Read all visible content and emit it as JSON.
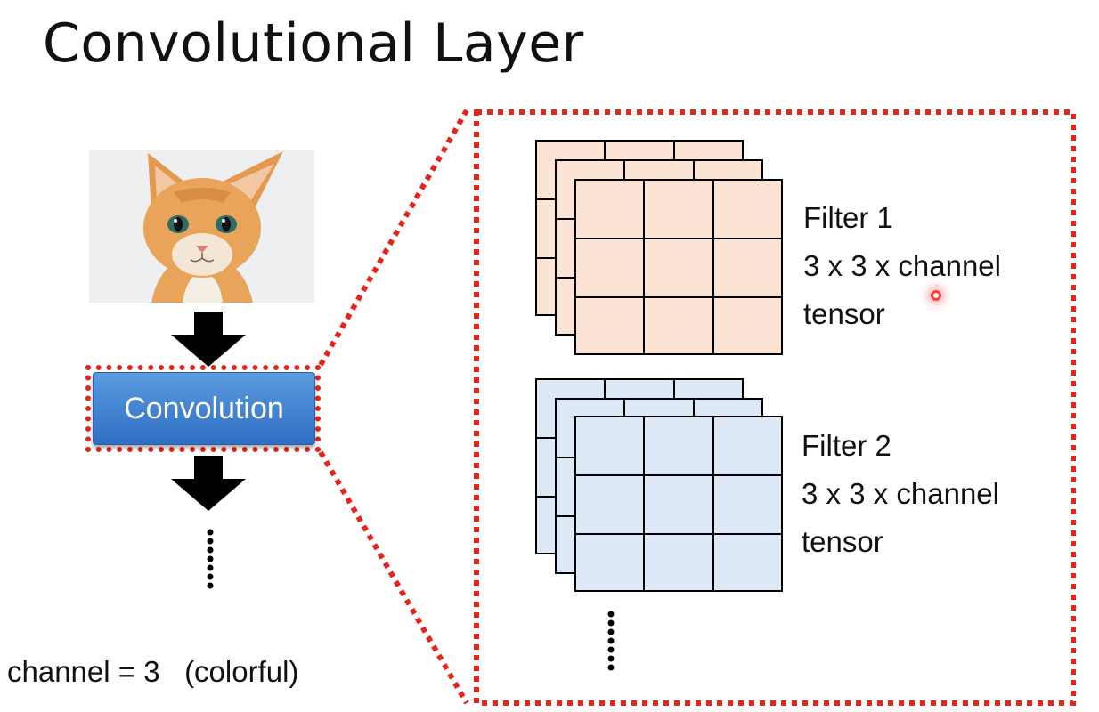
{
  "slide": {
    "title": "Convolutional Layer",
    "conv_button_label": "Convolution",
    "channel_note": "channel = 3   (colorful)"
  },
  "filters": [
    {
      "name": "Filter 1",
      "shape": "3 x 3 x channel",
      "kind": "tensor",
      "color": "#fbe4d3"
    },
    {
      "name": "Filter 2",
      "shape": "3 x 3 x channel",
      "kind": "tensor",
      "color": "#dde9f6"
    }
  ],
  "colors": {
    "dotted_outline": "#e3261b",
    "button_blue": "#3a7fd0",
    "arrow": "#000000"
  },
  "icons": {
    "input_image": "cat-photo",
    "down_arrow": "down-arrow-icon",
    "ellipsis": "vertical-dots-icon",
    "pointer": "laser-pointer"
  }
}
